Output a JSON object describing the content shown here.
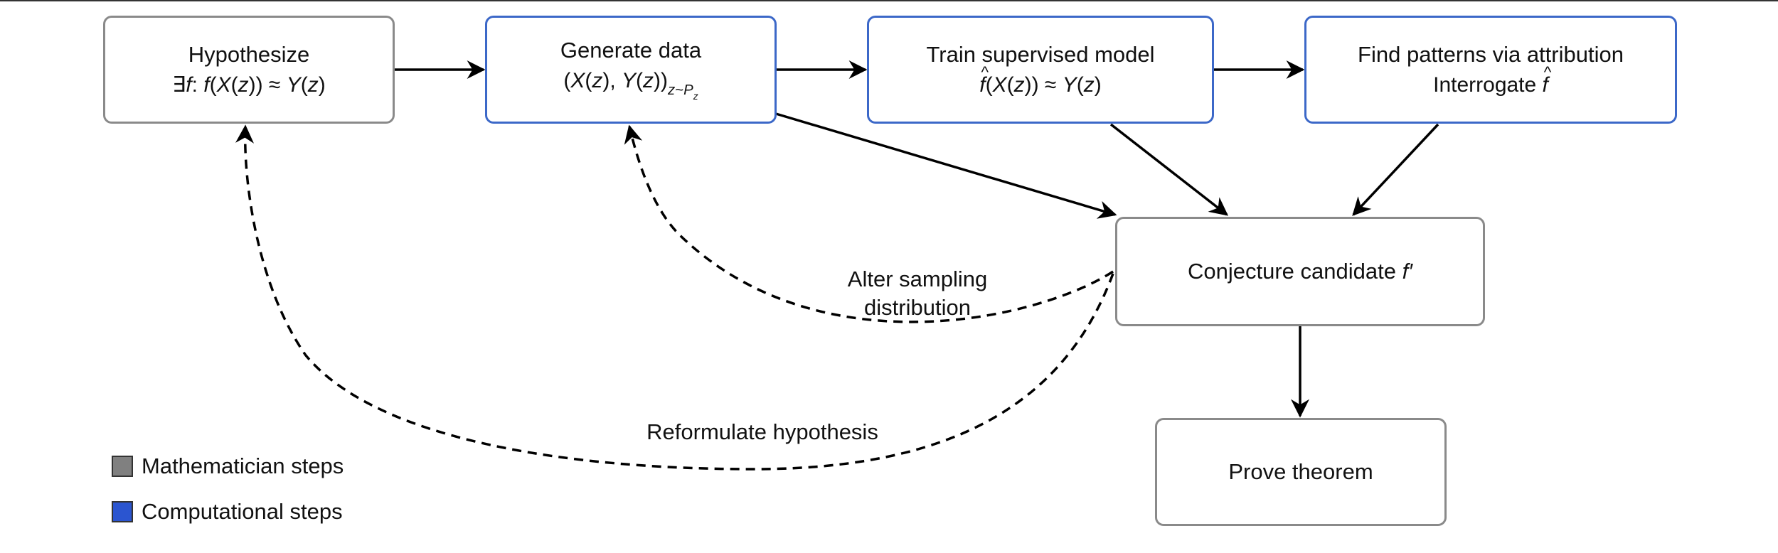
{
  "nodes": {
    "hypothesize": {
      "title": "Hypothesize",
      "formula": {
        "exists": "∃",
        "f": "f",
        "colon": ": ",
        "f2": "f",
        "x_open": "(",
        "X": "X",
        "z1": "z",
        "close1": "))",
        "approx": " ≈ ",
        "Y": "Y",
        "z2": "z",
        "close2": ")",
        "p1": "(",
        "p2": "("
      }
    },
    "generate": {
      "title": "Generate data",
      "formula": {
        "open": "(",
        "X": "X",
        "z1": "z",
        "mid": "), ",
        "Y": "Y",
        "z2": "z",
        "close": "))",
        "sub_z": "z",
        "sub_tilde": "~",
        "sub_P": "P",
        "sub_Pz": "z",
        "p1": "(",
        "p2": "("
      }
    },
    "train": {
      "title": "Train supervised model",
      "formula": {
        "fhat": "f",
        "open": "(",
        "X": "X",
        "z1": "z",
        "close1": "))",
        "approx": " ≈ ",
        "Y": "Y",
        "z2": "z",
        "close2": ")",
        "p1": "(",
        "p2": "("
      }
    },
    "find": {
      "title": "Find patterns via attribution",
      "line2_text": "Interrogate ",
      "fhat": "f"
    },
    "conjecture": {
      "text": "Conjecture candidate ",
      "fprime": "f′"
    },
    "prove": {
      "text": "Prove theorem"
    }
  },
  "labels": {
    "alter": "Alter sampling\ndistribution",
    "reformulate": "Reformulate hypothesis"
  },
  "legend": [
    {
      "label": "Mathematician steps",
      "color": "#808080"
    },
    {
      "label": "Computational steps",
      "color": "#2b55d0"
    }
  ],
  "colors": {
    "mathematician_border": "#8a8a8a",
    "computational_border": "#3c68c8"
  }
}
